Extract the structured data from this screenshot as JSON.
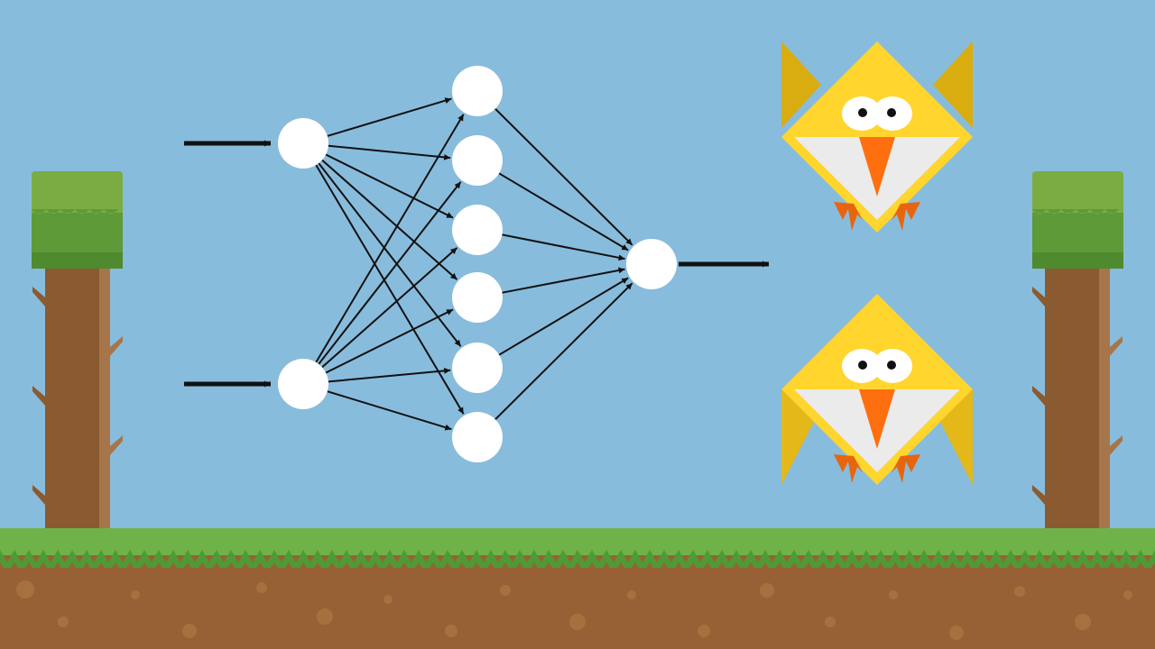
{
  "colors": {
    "sky": "#88bcdc",
    "grass": "#6fb24a",
    "grass_dark": "#4f9a35",
    "dirt": "#976135",
    "dirt_spot": "#a7713f",
    "tree_top": "#7aac43",
    "tree_top_dark": "#5a8a32",
    "trunk": "#8a5a30",
    "trunk_light": "#a6764a",
    "neuron": "#ffffff",
    "edge": "#111111",
    "bird_body": "#ffd52e",
    "bird_wing": "#d9ad10",
    "bird_belly": "#ebebeb",
    "beak": "#ff6f0f",
    "feet": "#e8650f"
  },
  "network": {
    "layers": [
      2,
      6,
      1
    ],
    "connections": "fully-connected",
    "input_arrows": 2,
    "output_arrows": 1
  },
  "icons": [
    "tree-icon",
    "bird-icon",
    "neuron-icon",
    "arrow-icon"
  ],
  "birds": [
    {
      "wing_position": "up"
    },
    {
      "wing_position": "down"
    }
  ]
}
